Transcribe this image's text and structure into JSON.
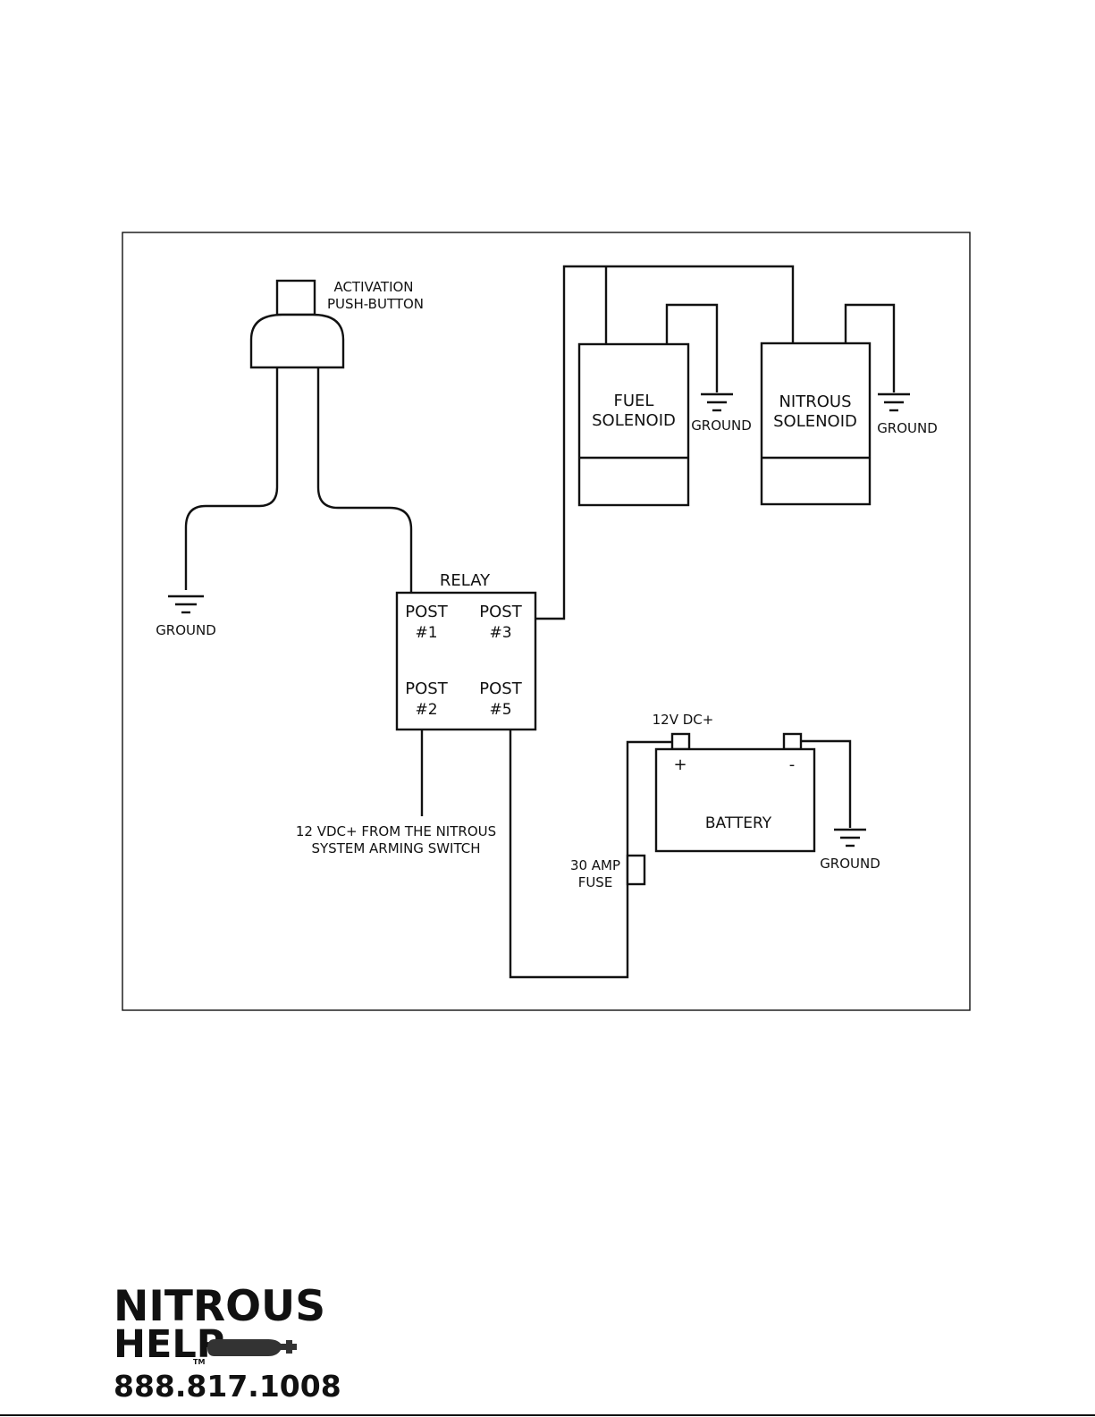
{
  "labels": {
    "activation_line1": "ACTIVATION",
    "activation_line2": "PUSH-BUTTON",
    "fuel_line1": "FUEL",
    "fuel_line2": "SOLENOID",
    "nitrous_line1": "NITROUS",
    "nitrous_line2": "SOLENOID",
    "ground": "GROUND",
    "relay": "RELAY",
    "post": "POST",
    "post1": "#1",
    "post2": "#2",
    "post3": "#3",
    "post5": "#5",
    "arming_line1": "12 VDC+ FROM THE NITROUS",
    "arming_line2": "SYSTEM  ARMING SWITCH",
    "battery_positive": "12V DC+",
    "plus": "+",
    "minus": "-",
    "battery": "BATTERY",
    "fuse_line1": "30 AMP",
    "fuse_line2": "FUSE"
  },
  "logo": {
    "line1": "NITROUS",
    "line2": "HELP",
    "tm": "TM",
    "phone": "888.817.1008",
    "color": "#333333"
  }
}
